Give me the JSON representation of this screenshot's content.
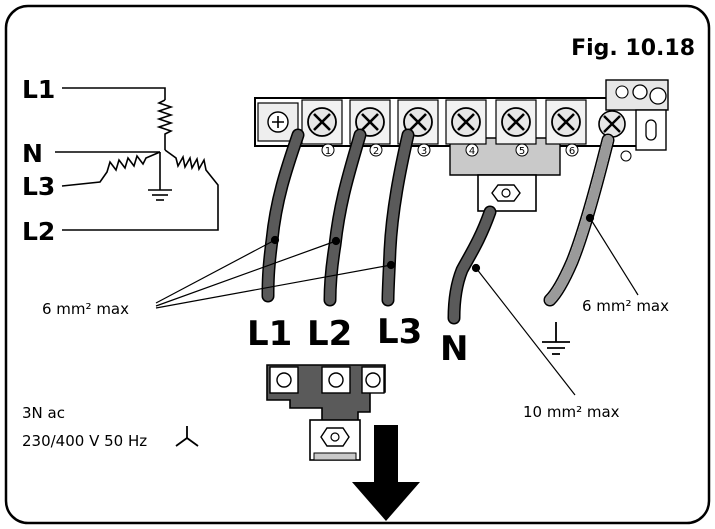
{
  "figure_label": "Fig. 10.18",
  "schematic": {
    "line_1": "L1",
    "neutral": "N",
    "line_3": "L3",
    "line_2": "L2"
  },
  "terminal_numbers": [
    "1",
    "2",
    "3",
    "4",
    "5",
    "6"
  ],
  "wire_labels": {
    "l1": "L1",
    "l2": "L2",
    "l3": "L3",
    "n": "N"
  },
  "notes": {
    "phase_cable": "6 mm² max",
    "earth_cable": "6 mm² max",
    "neutral_cable": "10 mm² max"
  },
  "supply": {
    "line1": "3N ac",
    "line2": "230/400 V 50 Hz"
  },
  "colors": {
    "ink": "#000000",
    "wire_grey": "#5a5a5a",
    "bar_grey": "#c9c9c9",
    "terminal_fill": "#e6e6e6",
    "earth_hatch": "#d9d9d9"
  }
}
